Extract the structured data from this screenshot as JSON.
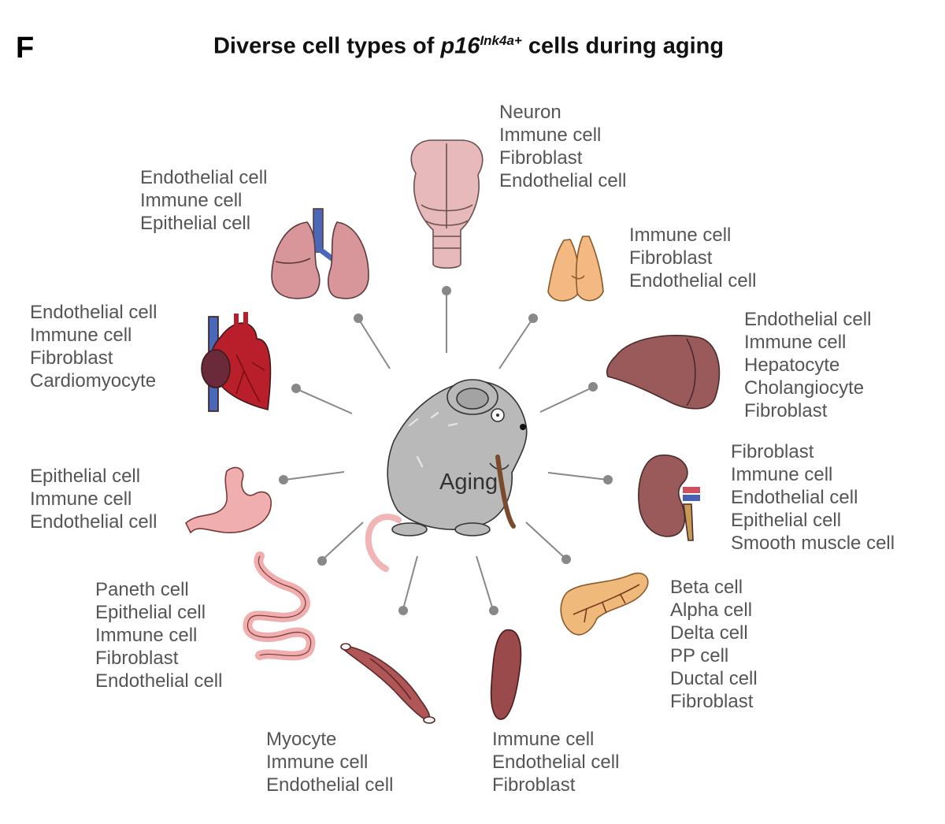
{
  "panel_letter": "F",
  "title": {
    "prefix": "Diverse cell types of ",
    "gene": "p16",
    "superscript": "Ink4a+",
    "suffix": " cells during aging"
  },
  "center": {
    "label": "Aging",
    "icon": "old-mouse-with-cane"
  },
  "colors": {
    "text": "#555555",
    "connector": "#888888",
    "mouse": "#b9b9b9"
  },
  "organs": [
    {
      "id": "brain",
      "icon": "brain-icon",
      "cells": [
        "Neuron",
        "Immune cell",
        "Fibroblast",
        "Endothelial cell"
      ]
    },
    {
      "id": "thyroid",
      "icon": "thyroid-icon",
      "cells": [
        "Immune cell",
        "Fibroblast",
        "Endothelial cell"
      ]
    },
    {
      "id": "liver",
      "icon": "liver-icon",
      "cells": [
        "Endothelial cell",
        "Immune cell",
        "Hepatocyte",
        "Cholangiocyte",
        "Fibroblast"
      ]
    },
    {
      "id": "kidney",
      "icon": "kidney-icon",
      "cells": [
        "Fibroblast",
        "Immune cell",
        "Endothelial cell",
        "Epithelial cell",
        "Smooth muscle cell"
      ]
    },
    {
      "id": "pancreas",
      "icon": "pancreas-icon",
      "cells": [
        "Beta cell",
        "Alpha cell",
        "Delta cell",
        "PP cell",
        "Ductal cell",
        "Fibroblast"
      ]
    },
    {
      "id": "spleen",
      "icon": "spleen-icon",
      "cells": [
        "Immune cell",
        "Endothelial cell",
        "Fibroblast"
      ]
    },
    {
      "id": "muscle",
      "icon": "muscle-icon",
      "cells": [
        "Myocyte",
        "Immune cell",
        "Endothelial cell"
      ]
    },
    {
      "id": "intestine",
      "icon": "intestine-icon",
      "cells": [
        "Paneth cell",
        "Epithelial cell",
        "Immune cell",
        "Fibroblast",
        "Endothelial cell"
      ]
    },
    {
      "id": "stomach",
      "icon": "stomach-icon",
      "cells": [
        "Epithelial cell",
        "Immune cell",
        "Endothelial cell"
      ]
    },
    {
      "id": "heart",
      "icon": "heart-icon",
      "cells": [
        "Endothelial cell",
        "Immune cell",
        "Fibroblast",
        "Cardiomyocyte"
      ]
    },
    {
      "id": "lung",
      "icon": "lung-icon",
      "cells": [
        "Endothelial cell",
        "Immune cell",
        "Epithelial cell"
      ]
    }
  ]
}
